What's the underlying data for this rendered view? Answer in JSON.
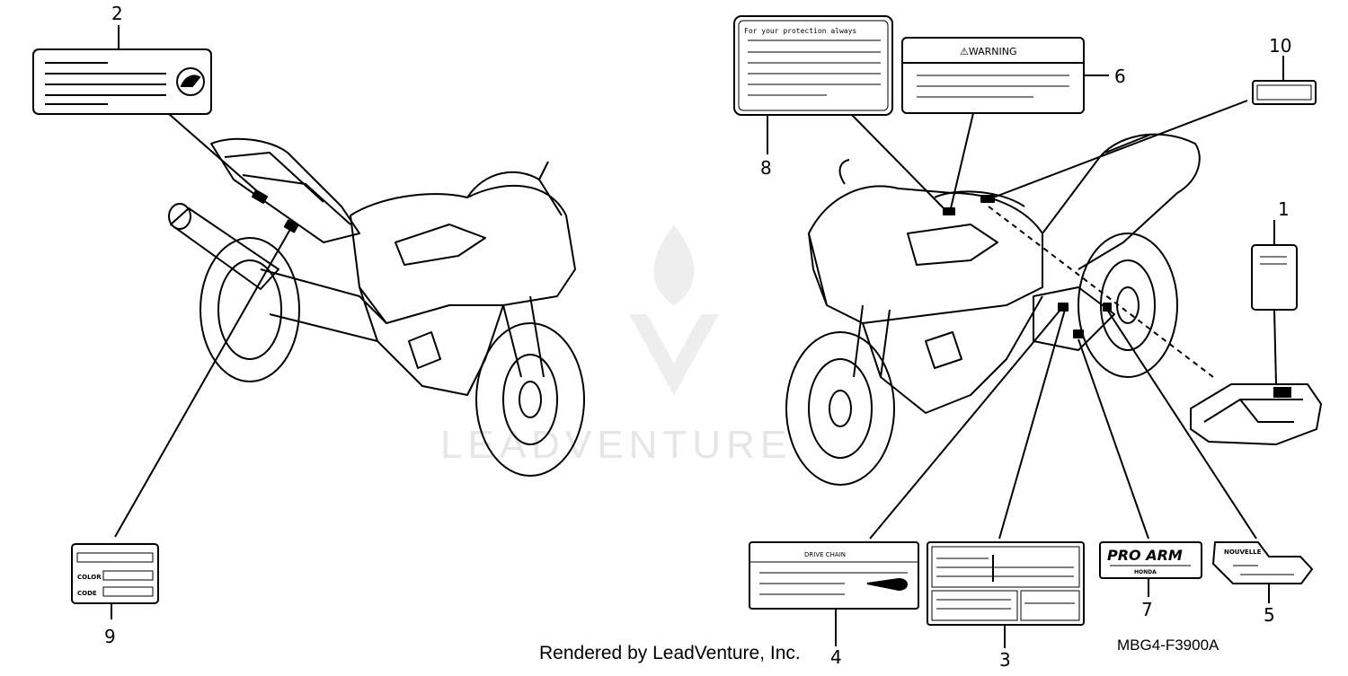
{
  "callouts": {
    "n1": "1",
    "n2": "2",
    "n3": "3",
    "n4": "4",
    "n5": "5",
    "n6": "6",
    "n7": "7",
    "n8": "8",
    "n9": "9",
    "n10": "10"
  },
  "labels": {
    "warning": "⚠WARNING",
    "protection": "For your protection always",
    "drive_chain": "DRIVE CHAIN",
    "color": "COLOR",
    "code": "CODE",
    "pro_arm": "PRO ARM",
    "honda": "HONDA",
    "nouvelle": "NOUVELLE"
  },
  "watermark": "LEADVENTURE",
  "diagram_code": "MBG4-F3900A",
  "footer": "Rendered by LeadVenture, Inc."
}
